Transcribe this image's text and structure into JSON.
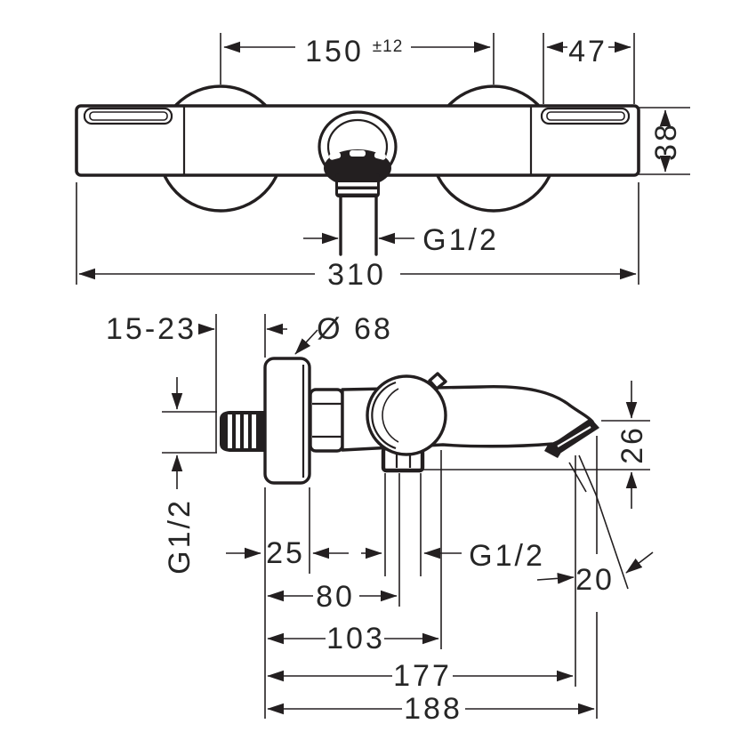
{
  "drawing": {
    "front_view": {
      "center_distance": "150",
      "tolerance": "±12",
      "bracket_width": "47",
      "body_height": "38",
      "inlet_thread": "G1/2",
      "overall_width": "310"
    },
    "side_view": {
      "wall_distance_range": "15-23",
      "escutcheon_diameter": "Ø 68",
      "wall_thread": "G1/2",
      "escutcheon_depth": "25",
      "outlet_thread": "G1/2",
      "wall_to_outlet": "80",
      "wall_to_body_end": "103",
      "wall_to_aerator": "177",
      "wall_to_spout_tip": "188",
      "spout_tip_drop": "26",
      "spout_tip_offset": "20"
    }
  }
}
